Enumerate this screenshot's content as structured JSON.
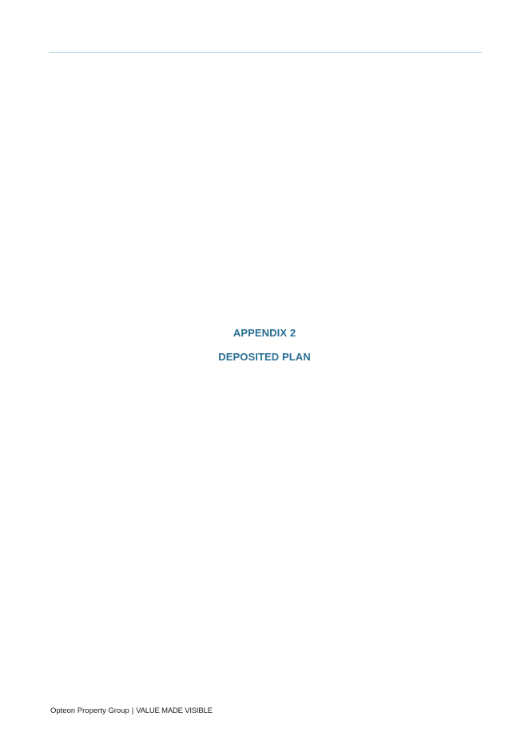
{
  "document": {
    "appendix_title": "APPENDIX 2",
    "appendix_subtitle": "DEPOSITED PLAN"
  },
  "footer": {
    "company": "Opteon Property Group",
    "separator": "|",
    "tagline": "VALUE MADE VISIBLE"
  },
  "colors": {
    "heading": "#2a6f94",
    "header_rule": "#bcd6e6",
    "footer_text": "#1a1a1a"
  }
}
